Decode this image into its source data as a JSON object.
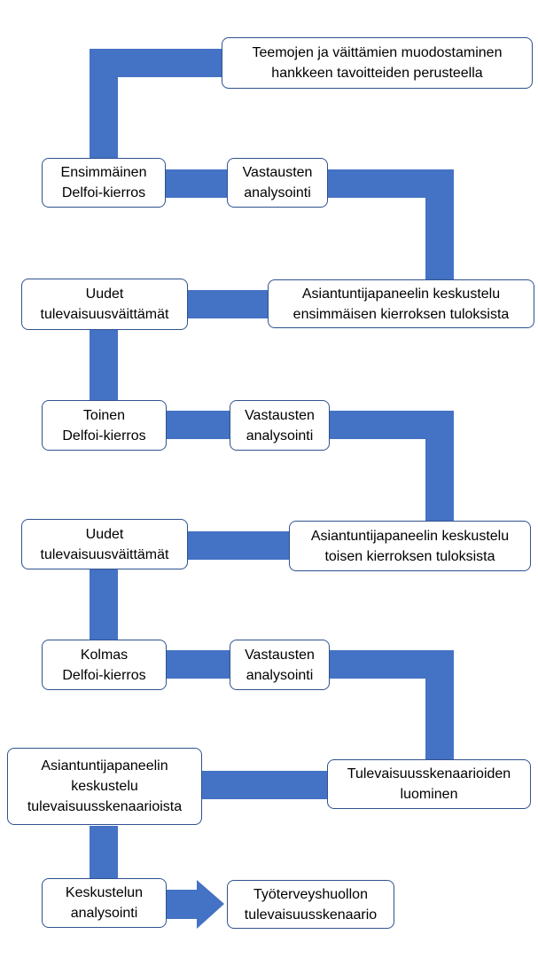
{
  "colors": {
    "connector": "#4472C4",
    "box_border": "#2F528F",
    "box_fill": "#ffffff",
    "text": "#000000"
  },
  "nodes": {
    "start": {
      "lines": [
        "Teemojen ja väittämien muodostaminen",
        "hankkeen tavoitteiden perusteella"
      ]
    },
    "round1": {
      "lines": [
        "Ensimmäinen",
        "Delfoi-kierros"
      ]
    },
    "analysis1": {
      "lines": [
        "Vastausten",
        "analysointi"
      ]
    },
    "panel1": {
      "lines": [
        "Asiantuntijapaneelin keskustelu",
        "ensimmäisen kierroksen tuloksista"
      ]
    },
    "new_claims1": {
      "lines": [
        "Uudet",
        "tulevaisuusväittämät"
      ]
    },
    "round2": {
      "lines": [
        "Toinen",
        "Delfoi-kierros"
      ]
    },
    "analysis2": {
      "lines": [
        "Vastausten",
        "analysointi"
      ]
    },
    "panel2": {
      "lines": [
        "Asiantuntijapaneelin keskustelu",
        "toisen kierroksen tuloksista"
      ]
    },
    "new_claims2": {
      "lines": [
        "Uudet",
        "tulevaisuusväittämät"
      ]
    },
    "round3": {
      "lines": [
        "Kolmas",
        "Delfoi-kierros"
      ]
    },
    "analysis3": {
      "lines": [
        "Vastausten",
        "analysointi"
      ]
    },
    "scenarios_create": {
      "lines": [
        "Tulevaisuusskenaarioiden",
        "luominen"
      ]
    },
    "panel3": {
      "lines": [
        "Asiantuntijapaneelin",
        "keskustelu",
        "tulevaisuusskenaarioista"
      ]
    },
    "discussion_analysis": {
      "lines": [
        "Keskustelun",
        "analysointi"
      ]
    },
    "final": {
      "lines": [
        "Työterveyshuollon",
        "tulevaisuusskenaario"
      ]
    }
  }
}
